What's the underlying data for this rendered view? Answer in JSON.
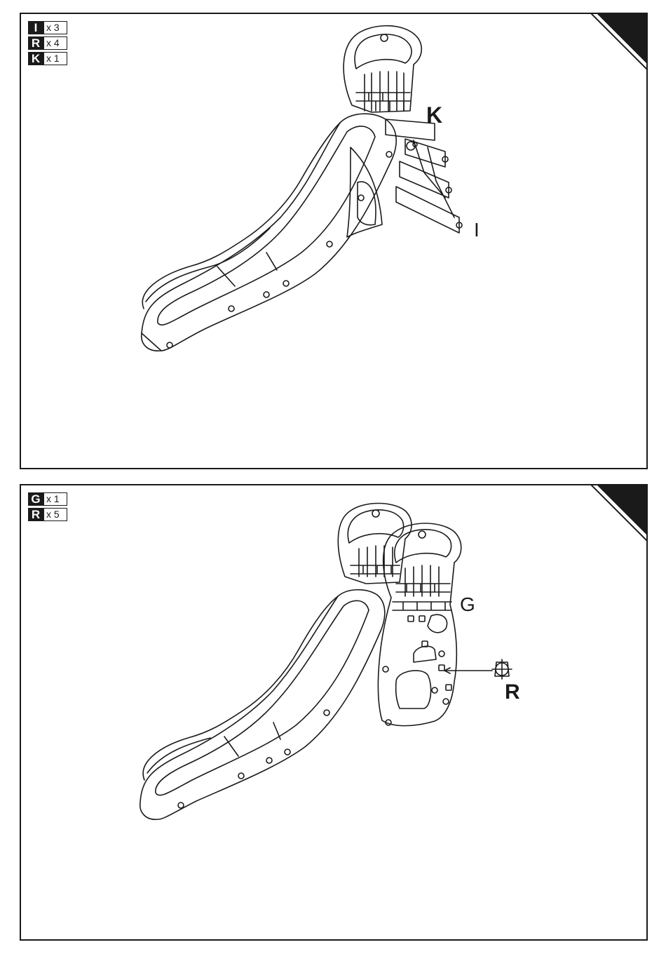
{
  "panel1": {
    "parts": [
      {
        "letter": "I",
        "qty": "x 3"
      },
      {
        "letter": "R",
        "qty": "x 4"
      },
      {
        "letter": "K",
        "qty": "x 1"
      }
    ],
    "labels": {
      "k": "K",
      "i": "I"
    }
  },
  "panel2": {
    "parts": [
      {
        "letter": "G",
        "qty": "x 1"
      },
      {
        "letter": "R",
        "qty": "x 5"
      }
    ],
    "labels": {
      "g": "G",
      "r": "R"
    }
  }
}
